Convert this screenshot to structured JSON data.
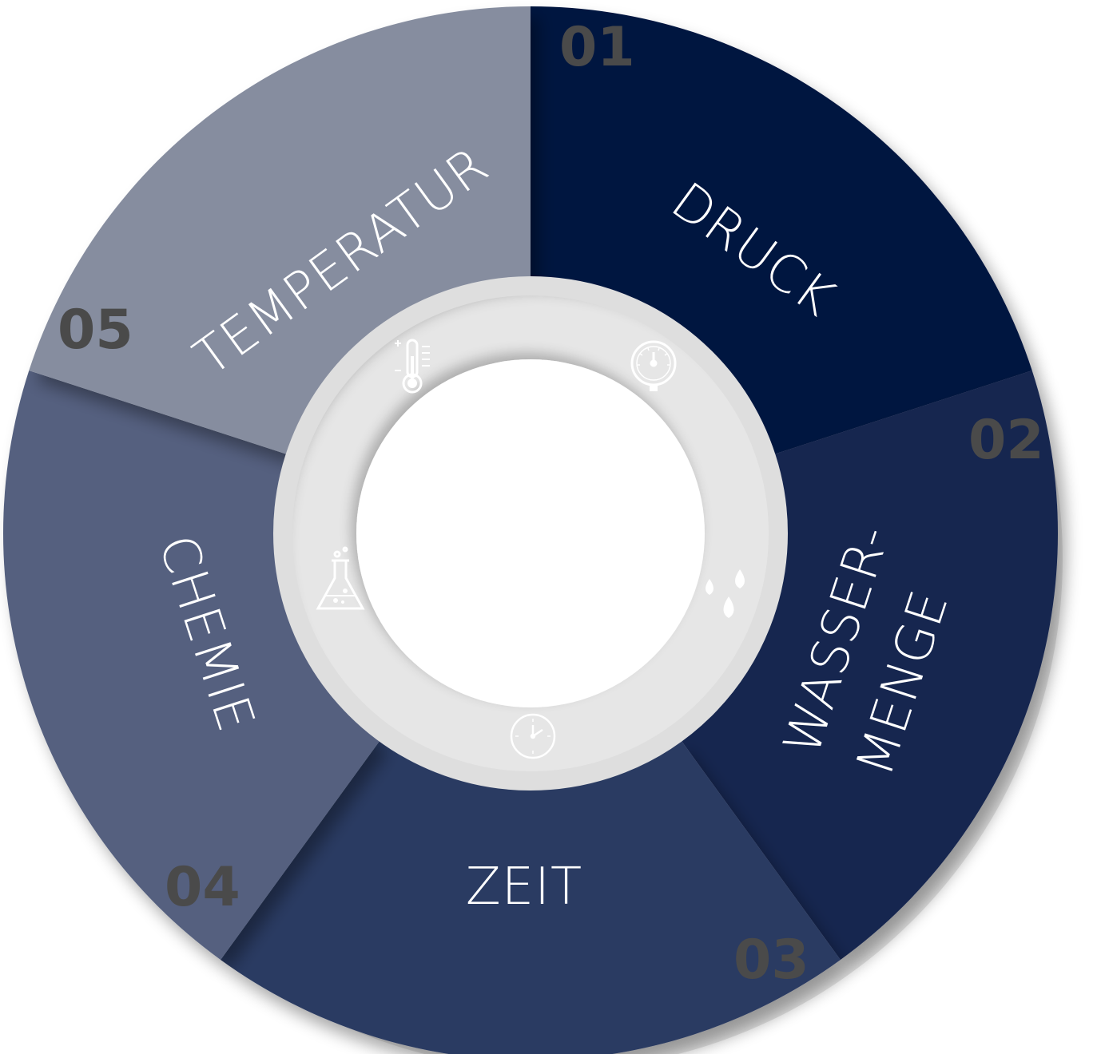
{
  "segments": [
    {
      "number": "01",
      "label": "DRUCK",
      "icon": "pressure-gauge-icon",
      "color": "#02143f"
    },
    {
      "number": "02",
      "label_lines": [
        "WASSER-",
        "MENGE"
      ],
      "icon": "water-drops-icon",
      "color": "#182650"
    },
    {
      "number": "03",
      "label": "ZEIT",
      "icon": "clock-icon",
      "color": "#2a3a62"
    },
    {
      "number": "04",
      "label": "CHEMIE",
      "icon": "flask-icon",
      "color": "#55617f"
    },
    {
      "number": "05",
      "label": "TEMPERATUR",
      "icon": "thermometer-icon",
      "color": "#868d9f"
    }
  ],
  "colors": {
    "ring": "#dedede",
    "shadow": "#d8d8d8",
    "number_text": "#4a4a4a"
  }
}
